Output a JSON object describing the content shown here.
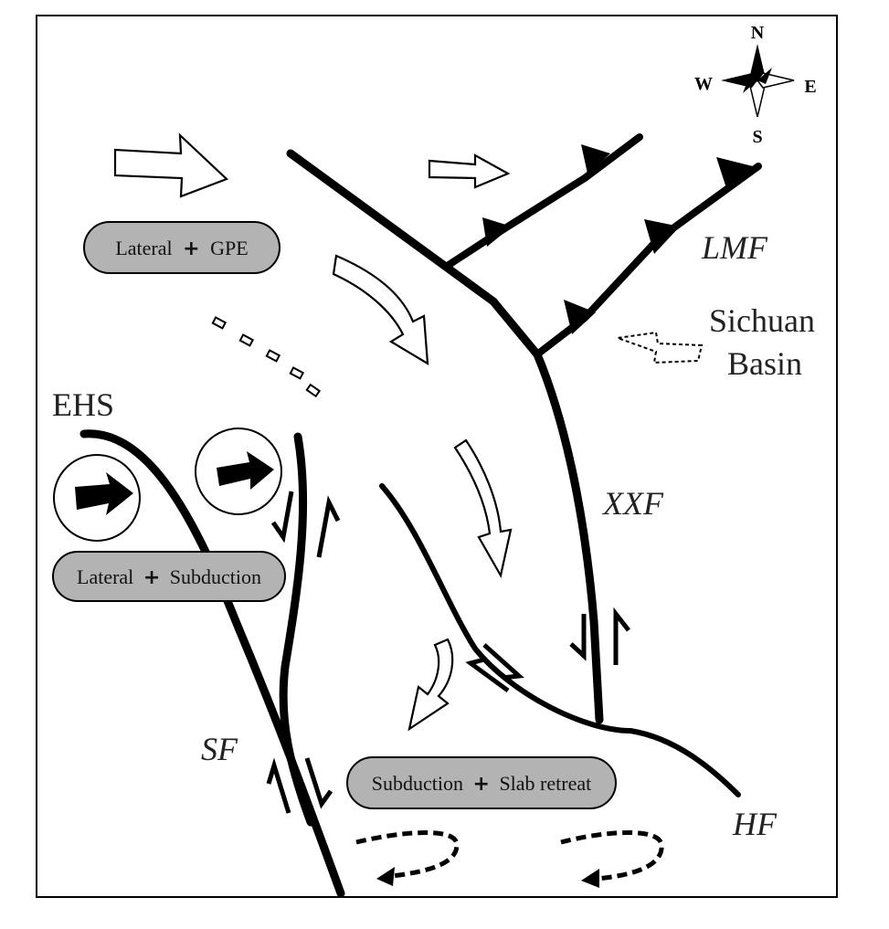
{
  "compass": {
    "north": "N",
    "south": "S",
    "east": "E",
    "west": "W"
  },
  "labels": {
    "lmf": "LMF",
    "xxf": "XXF",
    "sf": "SF",
    "hf": "HF",
    "ehs": "EHS",
    "sichuan_line1": "Sichuan",
    "sichuan_line2": "Basin"
  },
  "boxes": {
    "lateral_gpe": {
      "left": "Lateral",
      "plus": "+",
      "right": "GPE"
    },
    "lateral_subduction": {
      "left": "Lateral",
      "plus": "+",
      "right": "Subduction"
    },
    "subduction_slab": {
      "left": "Subduction",
      "plus": "+",
      "right": "Slab retreat"
    }
  },
  "colors": {
    "ink": "#000000",
    "box_fill": "#b3b3b3",
    "background": "#ffffff"
  }
}
